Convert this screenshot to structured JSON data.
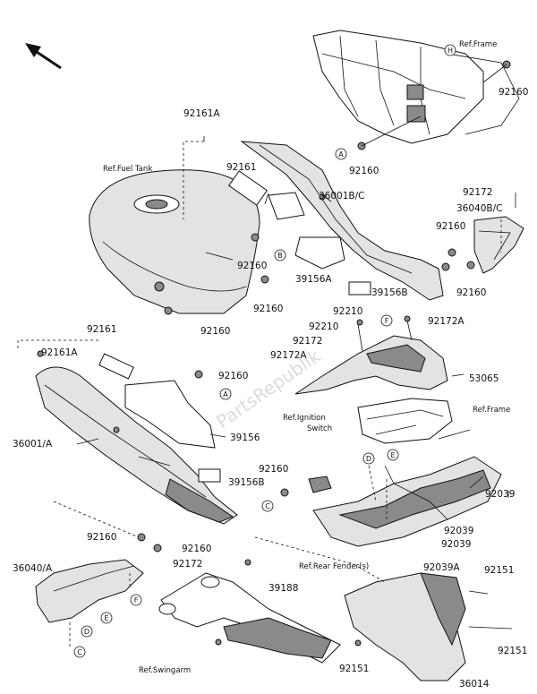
{
  "labels": {
    "p92161A_top": "92161A",
    "p92161": "92161",
    "p36001BC": "36001B/C",
    "p92172_right": "92172",
    "p36040BC": "36040B/C",
    "p92160_r1": "92160",
    "p92160_r2": "92160",
    "p92160_tank1": "92160",
    "p39156A": "39156A",
    "p39156B_top": "39156B",
    "p92160_tank2": "92160",
    "p92160_tank3": "92160",
    "p92210_a": "92210",
    "p92172A_a": "92172A",
    "p92210_b": "92210",
    "p92172_mid": "92172",
    "p92172A_b": "92172A",
    "p53065": "53065",
    "p92161_left": "92161",
    "p92161A_left": "92161A",
    "p92160_mid": "92160",
    "p39156": "39156",
    "p36001A": "36001/A",
    "p39156B_bot": "39156B",
    "p92160_ign": "92160",
    "p92039_a": "92039",
    "p92039_b": "92039",
    "p92039_c": "92039",
    "p92039A": "92039A",
    "p92160_bl1": "92160",
    "p92160_bl2": "92160",
    "p36040A": "36040/A",
    "p92172_bot": "92172",
    "p39188": "39188",
    "p92151_a": "92151",
    "p92151_b": "92151",
    "p92151_c": "92151",
    "p36014": "36014",
    "p92160_frame": "92160",
    "p92160_frame2": "92160"
  },
  "refs": {
    "frame_top": "Ref.Frame",
    "fuel_tank": "Ref.Fuel Tank",
    "ignition_switch_1": "Ref.Ignition",
    "ignition_switch_2": "Switch",
    "frame_mid": "Ref.Frame",
    "rear_fender": "Ref.Rear Fender(s)",
    "swingarm": "Ref.Swingarm"
  },
  "callouts": {
    "A1": "A",
    "A2": "A",
    "B1": "B",
    "C1": "C",
    "C2": "C",
    "D1": "D",
    "D2": "D",
    "E1": "E",
    "E2": "E",
    "F1": "F",
    "F2": "F",
    "H1": "H"
  },
  "watermark": "PartsRepublik"
}
